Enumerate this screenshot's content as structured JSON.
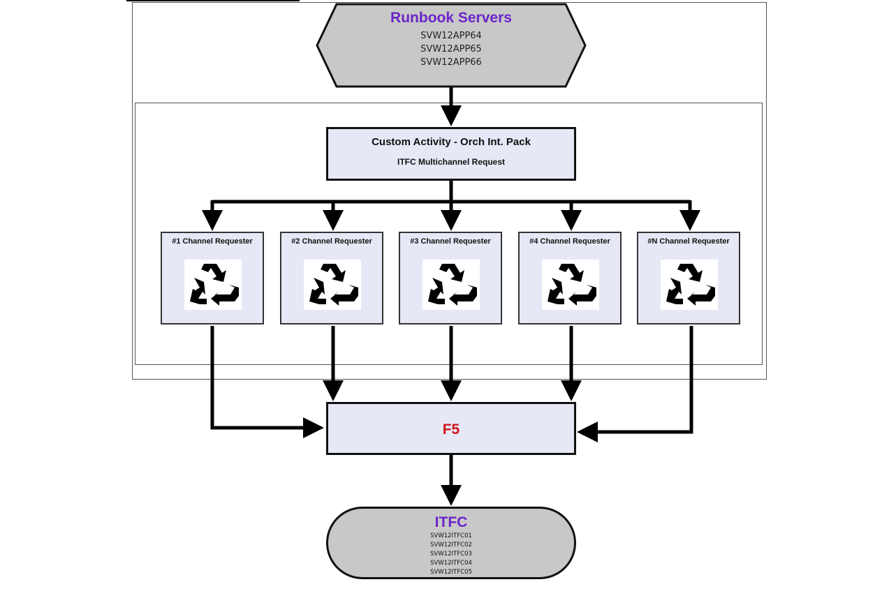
{
  "runbook": {
    "title": "Runbook Servers",
    "servers": [
      "SVW12APP64",
      "SVW12APP65",
      "SVW12APP66"
    ]
  },
  "custom_activity": {
    "title": "Custom Activity - Orch Int. Pack",
    "subtitle": "ITFC Multichannel Request"
  },
  "channels": [
    {
      "label": "#1 Channel Requester",
      "icon": "recycle-icon"
    },
    {
      "label": "#2 Channel Requester",
      "icon": "recycle-icon"
    },
    {
      "label": "#3 Channel Requester",
      "icon": "recycle-icon"
    },
    {
      "label": "#4 Channel Requester",
      "icon": "recycle-icon"
    },
    {
      "label": "#N Channel Requester",
      "icon": "recycle-icon"
    }
  ],
  "f5": {
    "label": "F5"
  },
  "itfc": {
    "title": "ITFC",
    "servers": [
      "SVW12ITFC01",
      "SVW12ITFC02",
      "SVW12ITFC03",
      "SVW12ITFC04",
      "SVW12ITFC05"
    ]
  },
  "colors": {
    "title_purple": "#6b24c8",
    "f5_red": "#d0141c",
    "box_fill": "#e6e8f6",
    "hex_fill": "#c8c8c8"
  }
}
